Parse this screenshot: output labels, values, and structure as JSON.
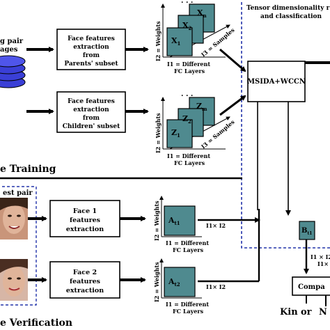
{
  "dataset": {
    "label_line1": "g pair",
    "label_line2": "ages"
  },
  "training": {
    "section_label": "e Training",
    "parents_box": [
      "Face features",
      "extraction",
      "from",
      "Parents' subset"
    ],
    "children_box": [
      "Face features",
      "extraction",
      "from",
      "Children' subset"
    ],
    "parents_tensor": {
      "slices": [
        "X",
        "X",
        "X"
      ],
      "subs": [
        "n",
        "2",
        "1"
      ]
    },
    "children_tensor": {
      "slices": [
        "Z",
        "Z",
        "Z"
      ],
      "subs": [
        "m",
        "2",
        "1"
      ]
    },
    "axis_weights": "I2 = Weights",
    "axis_layers_line1": "I1 = Different",
    "axis_layers_line2": "FC Layers",
    "axis_samples": "I3 = Samples"
  },
  "reduction": {
    "title_line1": "Tensor dimensionality r",
    "title_line2": "and classification",
    "method_label": "MSIDA+WCCN"
  },
  "verification": {
    "section_label": "e Verification",
    "test_pair_label": "est pair",
    "face1_box": [
      "Face 1",
      "features",
      "extraction"
    ],
    "face2_box": [
      "Face 2",
      "features",
      "extraction"
    ],
    "matrix1": {
      "letter": "A",
      "sub": "t1"
    },
    "matrix2": {
      "letter": "A",
      "sub": "t2"
    },
    "projection": {
      "letter": "B",
      "sub": "t1"
    },
    "dims_label": "I1× I2",
    "dims_right_line1": "I1 × I2",
    "dims_right_line2": "I1×",
    "compare_label": "Compa",
    "result_kin": "Kin",
    "result_or": "or",
    "result_non": "N"
  },
  "colors": {
    "cube_fill": "#4f8a8f",
    "dashed_border": "#2233aa",
    "kin_color": "#1a9a1a",
    "non_color": "#d41a1a",
    "database_fill": "#3a3fd6"
  }
}
